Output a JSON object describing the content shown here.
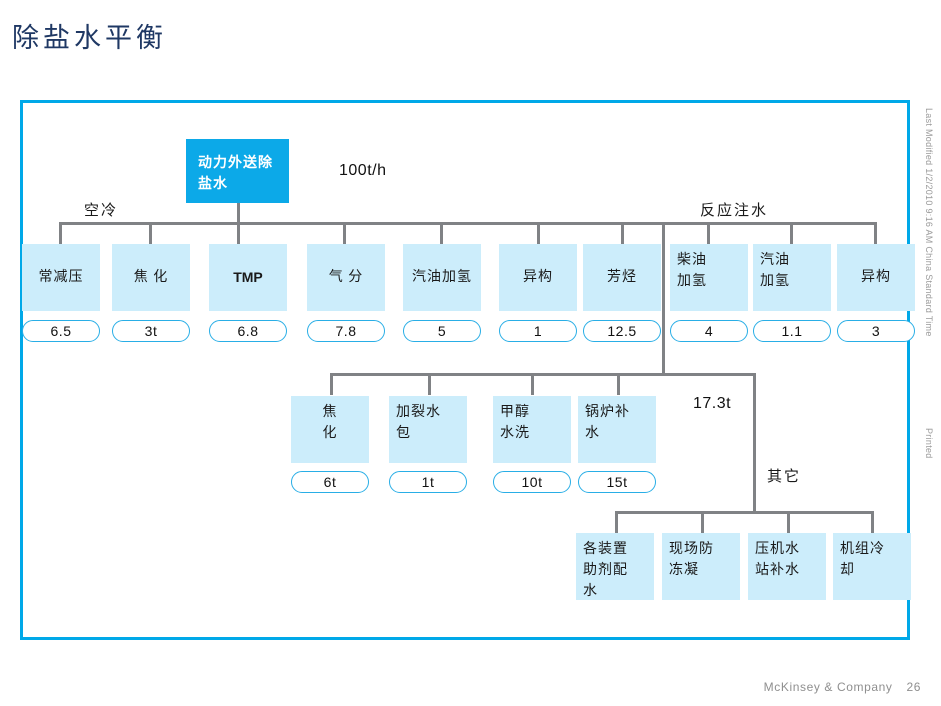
{
  "page": {
    "title": "除盐水平衡",
    "frame_color": "#00A8E8",
    "accent_color": "#0CA9E8",
    "node_fill": "#CCEDFB",
    "line_color": "#808285"
  },
  "source": {
    "main_node": "动力外送除\n盐水",
    "main_node_line1": "动力外送除",
    "main_node_line2": "盐水",
    "total_flow": "100t/h"
  },
  "group_labels": {
    "air_cooling": "空冷",
    "reaction_water": "反应注水",
    "other": "其它",
    "branch_flow": "17.3t"
  },
  "row1": {
    "nodes": [
      {
        "label": "常减压",
        "value": "6.5"
      },
      {
        "label": "焦 化",
        "value": "3t"
      },
      {
        "label": "TMP",
        "value": "6.8"
      },
      {
        "label": "气 分",
        "value": "7.8"
      },
      {
        "label": "汽油加氢",
        "value": "5"
      },
      {
        "label": "异构",
        "value": "1"
      },
      {
        "label": "芳烃",
        "value": "12.5"
      },
      {
        "label": "柴油\n加氢",
        "value": "4"
      },
      {
        "label": "汽油\n加氢",
        "value": "1.1"
      },
      {
        "label": "异构",
        "value": "3"
      }
    ]
  },
  "row2": {
    "nodes": [
      {
        "label": "焦\n化",
        "value": "6t"
      },
      {
        "label": "加裂水\n包",
        "value": "1t"
      },
      {
        "label": "甲醇\n水洗",
        "value": "10t"
      },
      {
        "label": "锅炉补\n水",
        "value": "15t"
      }
    ]
  },
  "row3": {
    "nodes": [
      {
        "label": "各装置\n助剂配\n水"
      },
      {
        "label": "现场防\n冻凝"
      },
      {
        "label": "压机水\n站补水"
      },
      {
        "label": "机组冷\n却"
      }
    ]
  },
  "meta": {
    "last_modified": "Last Modified 1/2/2010 9:16 AM China Standard Time",
    "printed": "Printed"
  },
  "footer": {
    "brand": "McKinsey & Company",
    "page_number": "26"
  }
}
